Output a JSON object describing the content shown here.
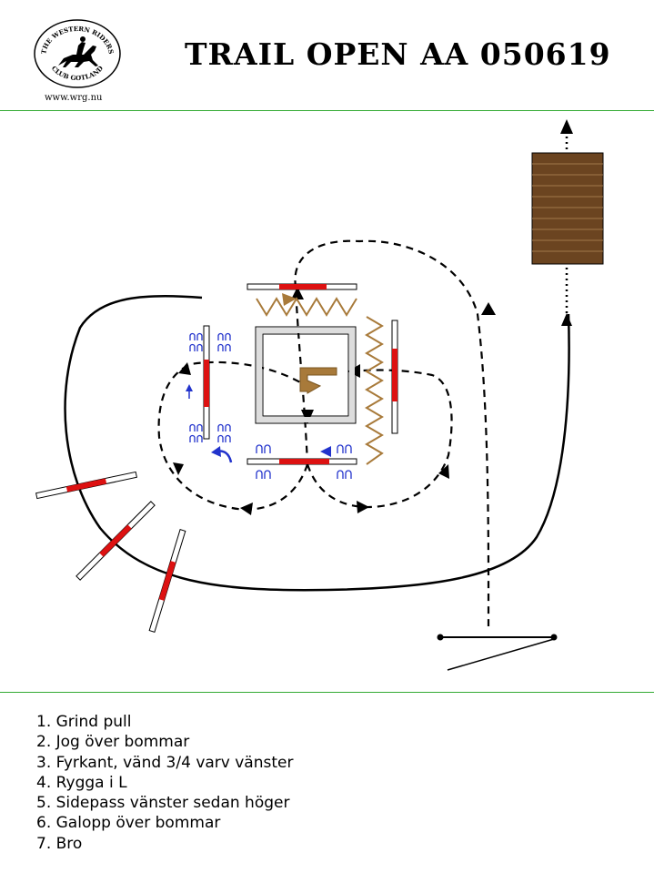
{
  "header": {
    "title": "TRAIL OPEN AA 050619",
    "logo_top_text": "THE WESTERN RIDERS",
    "logo_bottom_text": "CLUB GOTLAND",
    "website": "www.wrg.nu"
  },
  "legend": {
    "items": [
      "1. Grind pull",
      "2. Jog över bommar",
      "3. Fyrkant, vänd 3/4 varv vänster",
      "4. Rygga i L",
      "5. Sidepass vänster sedan höger",
      "6. Galopp över bommar",
      "7. Bro"
    ]
  },
  "colors": {
    "rule": "#33aa33",
    "pole_red": "#dd1111",
    "backing_brown": "#a87a3a",
    "sidepass_blue": "#2233cc",
    "bridge_brown": "#6b4420"
  }
}
